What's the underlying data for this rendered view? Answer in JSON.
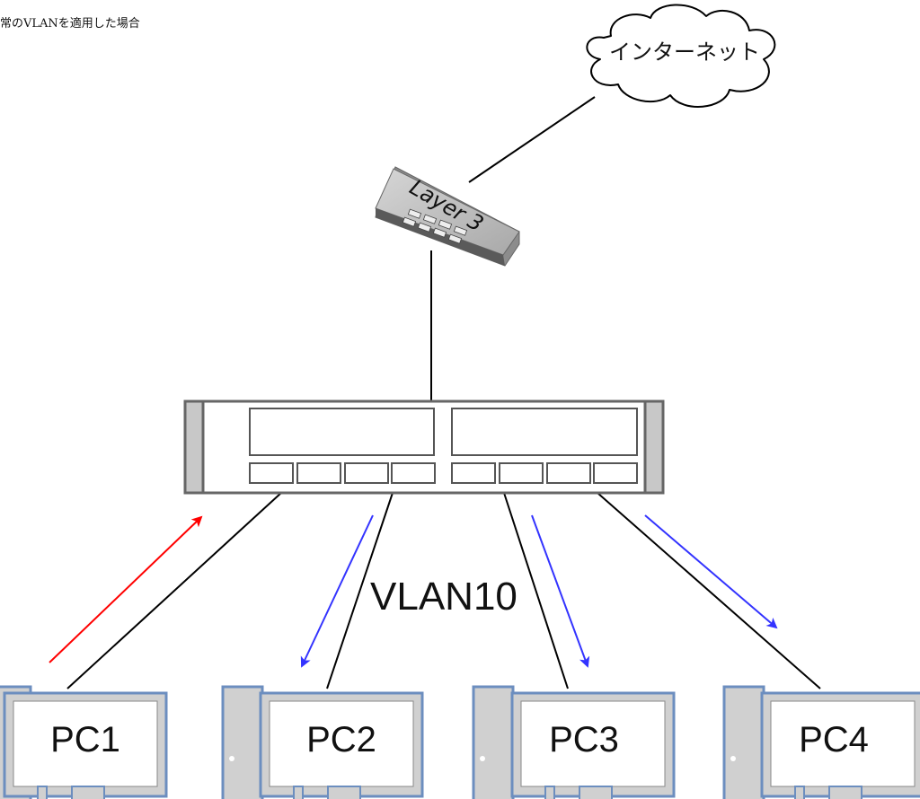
{
  "caption": "常のVLANを適用した場合",
  "cloud_label": "インターネット",
  "router_label": "Layer 3",
  "vlan_label": "VLAN10",
  "pcs": [
    {
      "label": "PC1"
    },
    {
      "label": "PC2"
    },
    {
      "label": "PC3"
    },
    {
      "label": "PC4"
    }
  ],
  "colors": {
    "upstream_arrow": "#ff0000",
    "downstream_arrow": "#3333ff",
    "pc_frame": "#6c8ebf",
    "device_gray": "#c8c8c8"
  }
}
